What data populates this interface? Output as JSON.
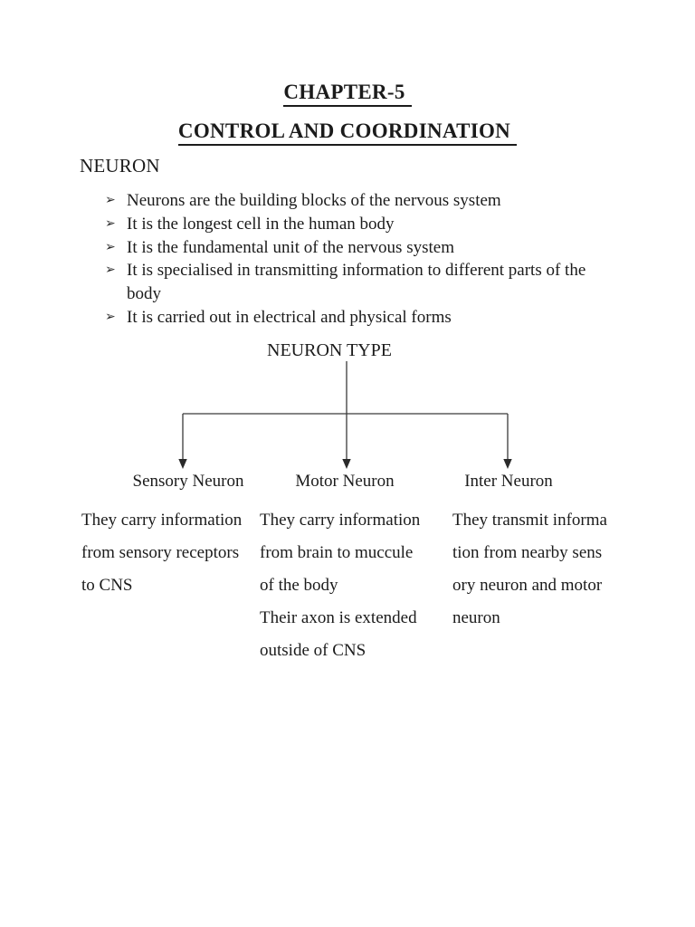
{
  "doc": {
    "chapter_title": "CHAPTER-5",
    "main_title": "CONTROL AND COORDINATION",
    "section_heading": "NEURON",
    "bullet_glyph": "➢",
    "bullets": [
      "Neurons are the building blocks of the nervous system",
      "It is the longest cell in the human body",
      "It is the fundamental unit of the nervous system",
      "It is specialised in transmitting information to different parts of the body",
      "It is carried out in electrical and physical forms"
    ],
    "diagram": {
      "root_label": "NEURON TYPE",
      "line_color": "#3a3a3a",
      "branches": [
        {
          "label": "Sensory Neuron",
          "description_lines": [
            "They carry information",
            "from sensory receptors",
            "to CNS"
          ]
        },
        {
          "label": "Motor Neuron",
          "description_lines": [
            "They carry information",
            "from brain to muccule",
            "of the body",
            "Their axon is extended",
            "outside of CNS"
          ]
        },
        {
          "label": "Inter Neuron",
          "description_lines": [
            "They transmit informa",
            "tion from nearby sens",
            "ory neuron and motor",
            "neuron"
          ]
        }
      ]
    },
    "colors": {
      "text": "#1b1b1b",
      "background": "#ffffff"
    }
  }
}
